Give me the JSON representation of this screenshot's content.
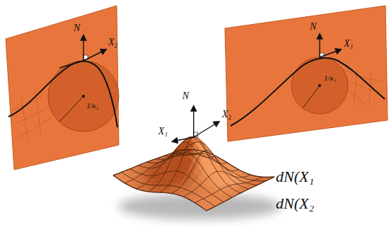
{
  "diagram": {
    "labels": [
      "N",
      "X₂",
      "1/κ₂",
      "N",
      "X₁",
      "1/κ₁",
      "N",
      "X₂",
      "X₁",
      "dN(X₁",
      "dN(X₂"
    ]
  }
}
